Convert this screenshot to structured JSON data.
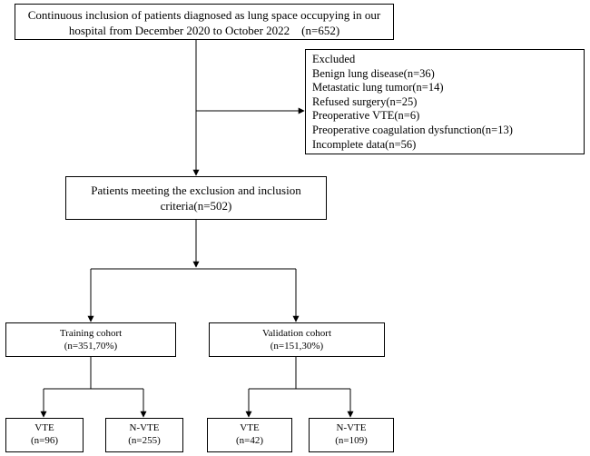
{
  "start": {
    "lines": [
      "Continuous inclusion of patients diagnosed as lung space occupying in our",
      "hospital from December 2020 to October 2022　(n=652)"
    ]
  },
  "excluded": {
    "lines": [
      "Excluded",
      "Benign lung disease(n=36)",
      "Metastatic lung tumor(n=14)",
      "Refused surgery(n=25)",
      "Preoperative VTE(n=6)",
      "Preoperative coagulation dysfunction(n=13)",
      "Incomplete data(n=56)"
    ]
  },
  "eligible": {
    "lines": [
      "Patients meeting the exclusion and inclusion",
      "criteria(n=502)"
    ]
  },
  "training": {
    "lines": [
      "Training cohort",
      "(n=351,70%)"
    ]
  },
  "validation": {
    "lines": [
      "Validation cohort",
      "(n=151,30%)"
    ]
  },
  "training_vte": {
    "lines": [
      "VTE",
      "(n=96)"
    ]
  },
  "training_nvte": {
    "lines": [
      "N-VTE",
      "(n=255)"
    ]
  },
  "validation_vte": {
    "lines": [
      "VTE",
      "(n=42)"
    ]
  },
  "validation_nvte": {
    "lines": [
      "N-VTE",
      "(n=109)"
    ]
  }
}
